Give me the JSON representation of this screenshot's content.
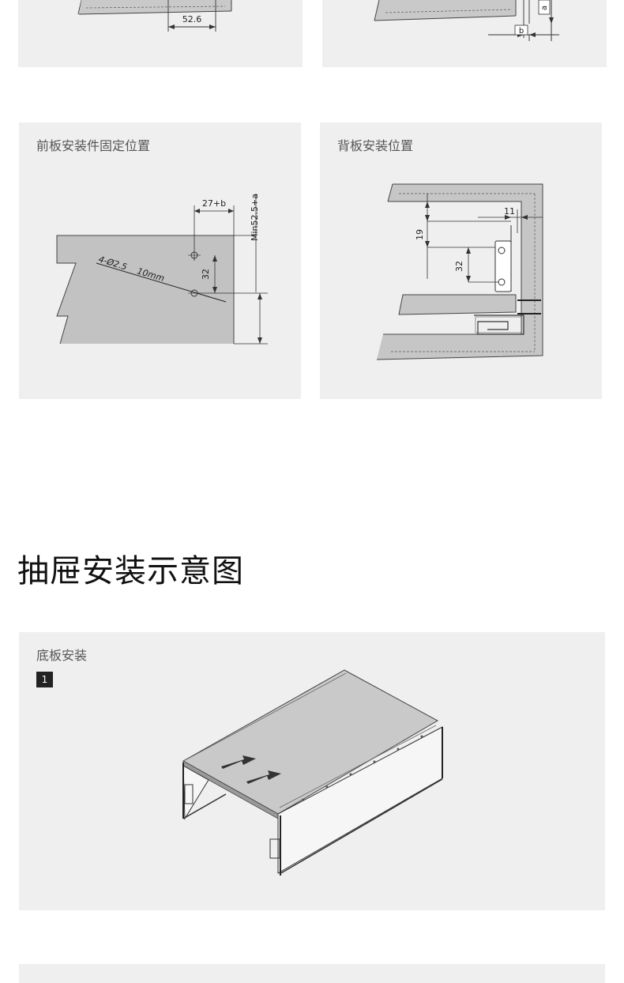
{
  "top_left": {
    "dim_label": "52.6"
  },
  "top_right": {
    "dim_a": "a",
    "dim_b": "b"
  },
  "front_panel": {
    "title": "前板安装件固定位置",
    "dim_width": "27+b",
    "dim_height_side": "Min52.5+a",
    "dim_hole_spacing": "32",
    "hole_note": "4-Ø2.5",
    "hole_depth": "10mm"
  },
  "back_panel": {
    "title": "背板安装位置",
    "dim_11": "11",
    "dim_19": "19",
    "dim_32": "32"
  },
  "section": {
    "heading": "抽屉安装示意图"
  },
  "bottom_install": {
    "title": "底板安装",
    "step": "1"
  }
}
